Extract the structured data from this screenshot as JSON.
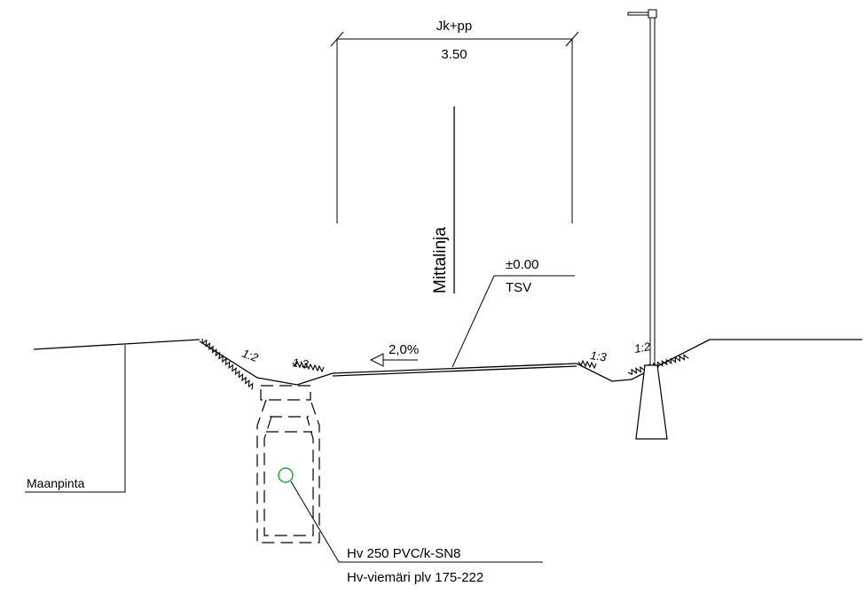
{
  "dimension": {
    "label": "Jk+pp",
    "value": "3.50"
  },
  "centerline": {
    "label": "Mittalinja"
  },
  "elevation": {
    "value": "±0.00",
    "reference": "TSV"
  },
  "slope": {
    "value": "2,0%",
    "direction": "left"
  },
  "ditch_slopes": {
    "left_outer": "1:2",
    "left_inner": "1:3",
    "right_inner": "1:3",
    "right_outer": "1:2"
  },
  "ground": {
    "label": "Maanpinta"
  },
  "pipe": {
    "spec": "Hv 250 PVC/k-SN8",
    "description": "Hv-viemäri plv 175-222",
    "color": "#22aa33"
  },
  "colors": {
    "line": "#000000",
    "pipe": "#22aa33",
    "background": "#ffffff"
  }
}
